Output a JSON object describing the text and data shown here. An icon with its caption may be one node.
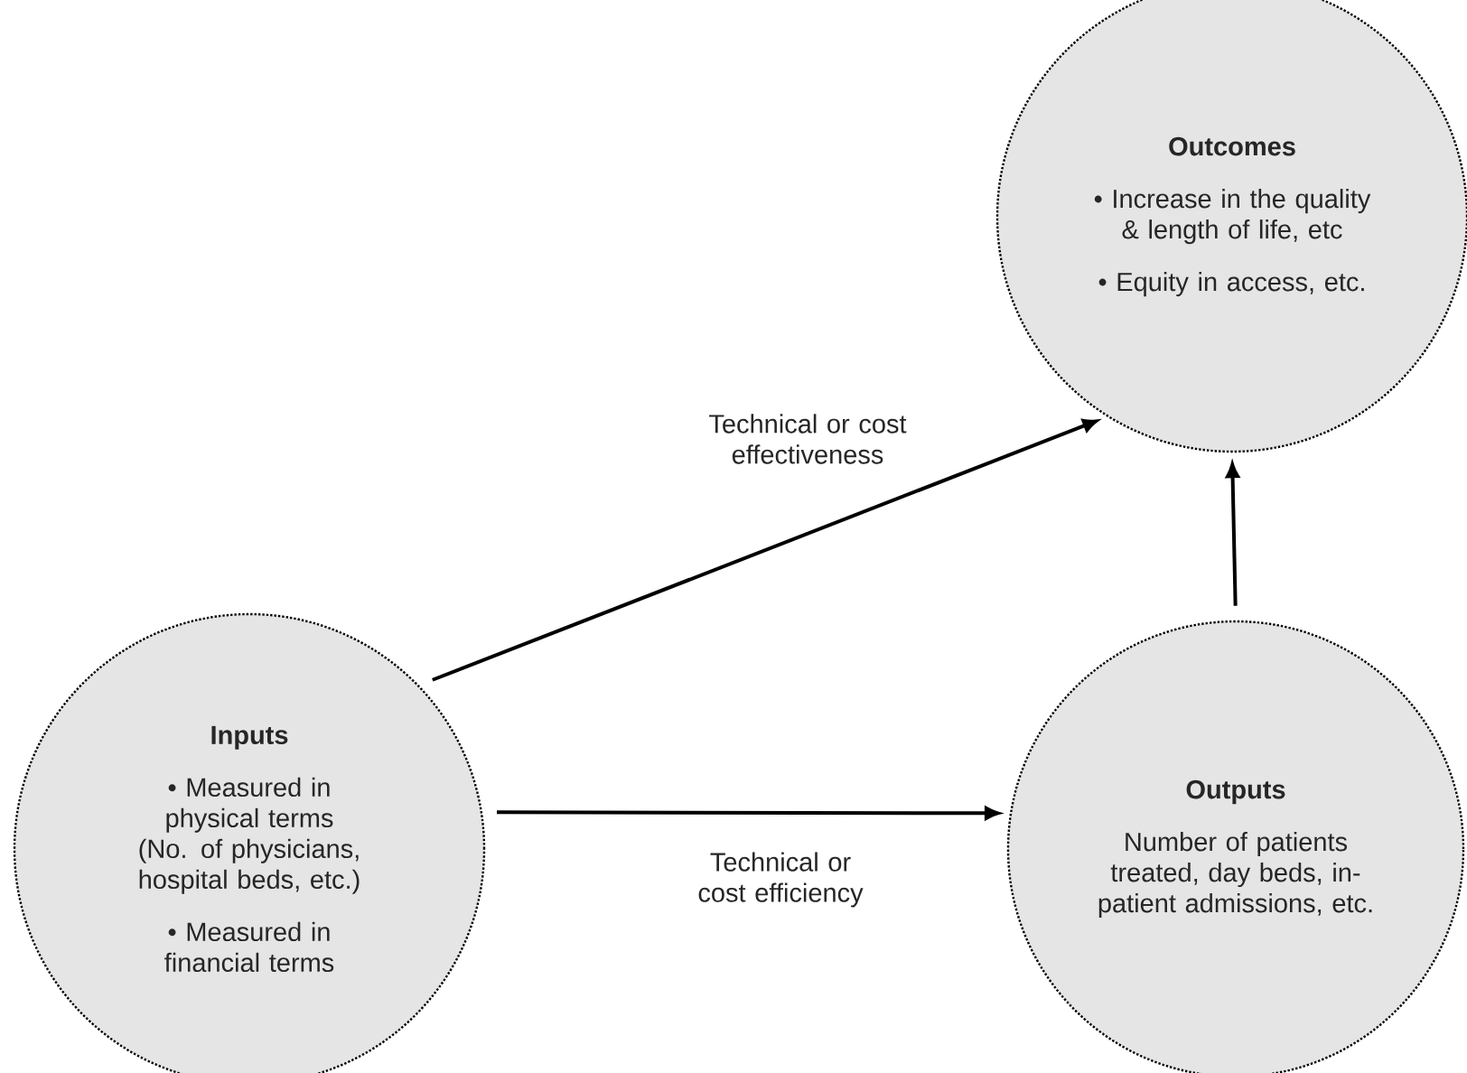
{
  "diagram": {
    "nodes": [
      {
        "text": [
          "Inputs",
          "• Measured in physical terms (No. of physicians, hospital beds, etc.)",
          "• Measured in financial terms"
        ]
      },
      {
        "text": [
          "Outputs",
          "Number of patients treated, day beds, in-patient admissions, etc."
        ]
      },
      {
        "text": [
          "Outcomes",
          "• Increase in the quality & length of life, etc",
          "• Equity in access, etc."
        ]
      }
    ],
    "edges": [
      {
        "from": 0,
        "to": 2,
        "arrow": "to",
        "label": "Technical or cost effectiveness"
      },
      {
        "from": 0,
        "to": 1,
        "arrow": "to",
        "label": "Technical or cost efficiency"
      },
      {
        "from": 1,
        "to": 2,
        "arrow": "to"
      }
    ]
  }
}
